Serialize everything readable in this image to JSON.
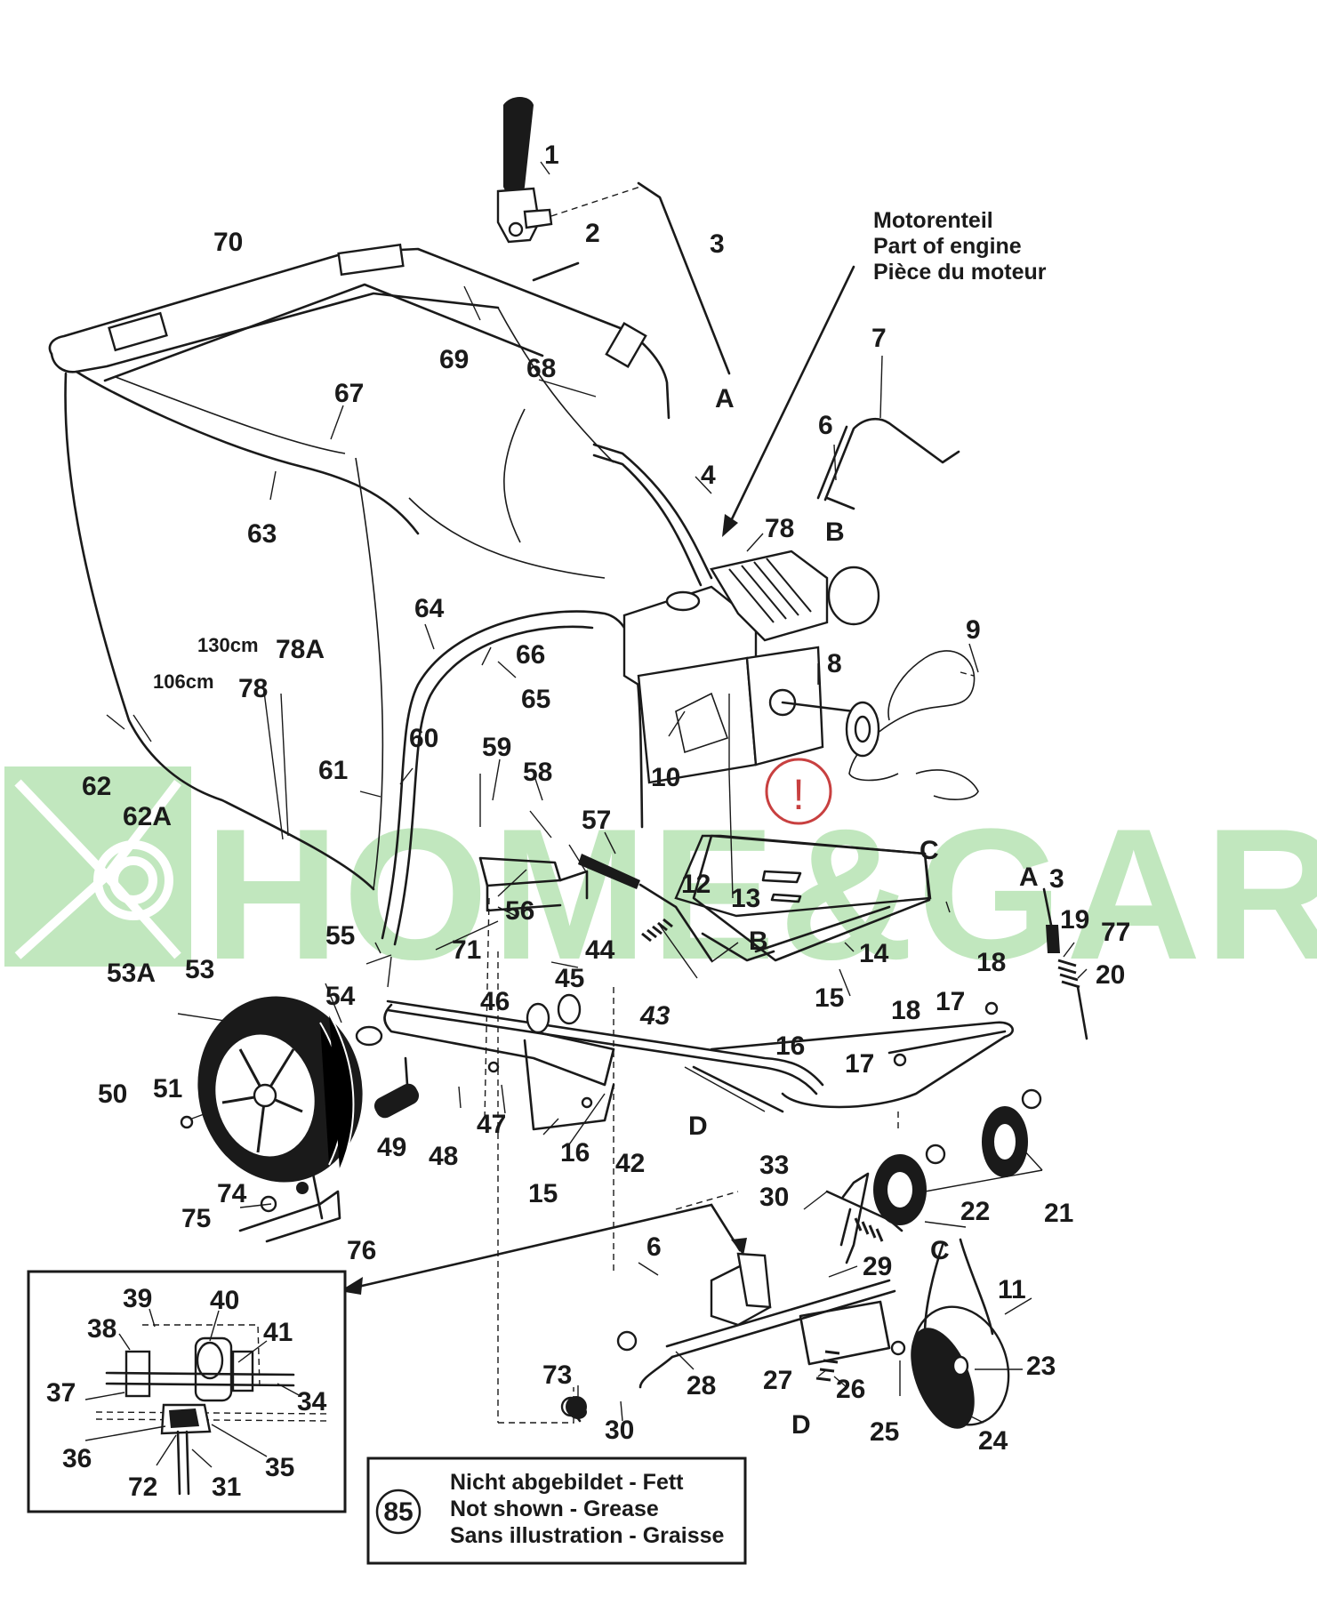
{
  "watermark": {
    "text": "HOME&GARDEN",
    "color": "#8fd48a"
  },
  "notices": {
    "engine_de": "Motorenteil",
    "engine_en": "Part of engine",
    "engine_fr": "Pièce du moteur",
    "bag_length_long": "130cm",
    "bag_length_short": "106cm",
    "warning_mark": "!",
    "warning_color": "#c84040"
  },
  "legend_box": {
    "number": "85",
    "line_de": "Nicht abgebildet - Fett",
    "line_en": "Not shown - Grease",
    "line_fr": "Sans illustration - Graisse"
  },
  "callouts": {
    "c1": "1",
    "c2": "2",
    "c3": "3",
    "c3b": "3",
    "c4": "4",
    "c6": "6",
    "c6b": "6",
    "c7": "7",
    "c8": "8",
    "c9": "9",
    "c10": "10",
    "c11": "11",
    "c12": "12",
    "c13": "13",
    "c14": "14",
    "c15": "15",
    "c15b": "15",
    "c16": "16",
    "c16b": "16",
    "c17": "17",
    "c17b": "17",
    "c18": "18",
    "c18b": "18",
    "c19": "19",
    "c20": "20",
    "c21": "21",
    "c22": "22",
    "c23": "23",
    "c24": "24",
    "c25": "25",
    "c26": "26",
    "c27": "27",
    "c28": "28",
    "c29": "29",
    "c30": "30",
    "c30b": "30",
    "c31": "31",
    "c33": "33",
    "c34": "34",
    "c35": "35",
    "c36": "36",
    "c37": "37",
    "c38": "38",
    "c39": "39",
    "c40": "40",
    "c41": "41",
    "c42": "42",
    "c43": "43",
    "c44": "44",
    "c45": "45",
    "c46": "46",
    "c47": "47",
    "c48": "48",
    "c49": "49",
    "c50": "50",
    "c51": "51",
    "c53": "53",
    "c53a": "53A",
    "c54": "54",
    "c55": "55",
    "c56": "56",
    "c57": "57",
    "c58": "58",
    "c59": "59",
    "c60": "60",
    "c61": "61",
    "c62": "62",
    "c62a": "62A",
    "c63": "63",
    "c64": "64",
    "c65": "65",
    "c66": "66",
    "c67": "67",
    "c68": "68",
    "c69": "69",
    "c70": "70",
    "c71": "71",
    "c72": "72",
    "c73": "73",
    "c74": "74",
    "c75": "75",
    "c76": "76",
    "c77": "77",
    "c78": "78",
    "c78b": "78",
    "c78a": "78A"
  },
  "refs": {
    "a1": "A",
    "a2": "A",
    "b1": "B",
    "b2": "B",
    "c1": "C",
    "c2": "C",
    "d1": "D",
    "d2": "D"
  }
}
